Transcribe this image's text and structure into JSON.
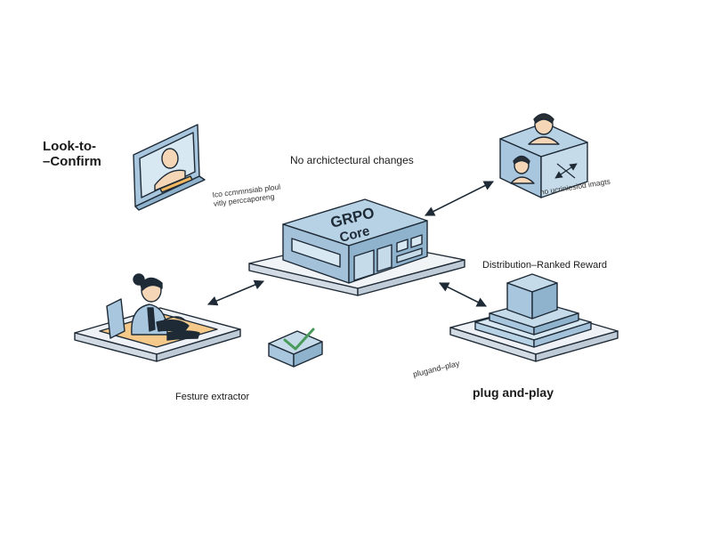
{
  "labels": {
    "look_to_confirm_line1": "Look-to-",
    "look_to_confirm_line2": "–Confirm",
    "no_architectural_changes": "No archictectural changes",
    "small_left_line1": "Ico ccmmnsiab ploul",
    "small_left_line2": "vitly perccaporeng",
    "small_right": "no ucriniesiod imagts",
    "distribution_ranked_reward": "Distribution–Ranked Reward",
    "plug_and_play_small": "plugand–play",
    "plug_and_play": "plug and-play",
    "feature_extractor": "Festure extractor"
  },
  "core": {
    "title_line1": "GRPO",
    "title_line2": "Core"
  },
  "colors": {
    "stroke": "#1e2a36",
    "blue_light": "#c5dbea",
    "blue_mid": "#a8c6dd",
    "blue_dark": "#8fb2cd",
    "platform_top": "#e9edf1",
    "platform_side": "#c9d3dc",
    "skin": "#f5d7b8",
    "orange_mat": "#f4c98a",
    "check_green": "#4a9a5a"
  },
  "icons": {
    "monitor": "monitor-face-icon",
    "people_cube": "people-cube-icon",
    "worker": "person-at-desk-icon",
    "check_box": "checkmark-box-icon",
    "stacked_blocks": "stacked-blocks-icon",
    "arrows": "double-arrow-icon"
  }
}
